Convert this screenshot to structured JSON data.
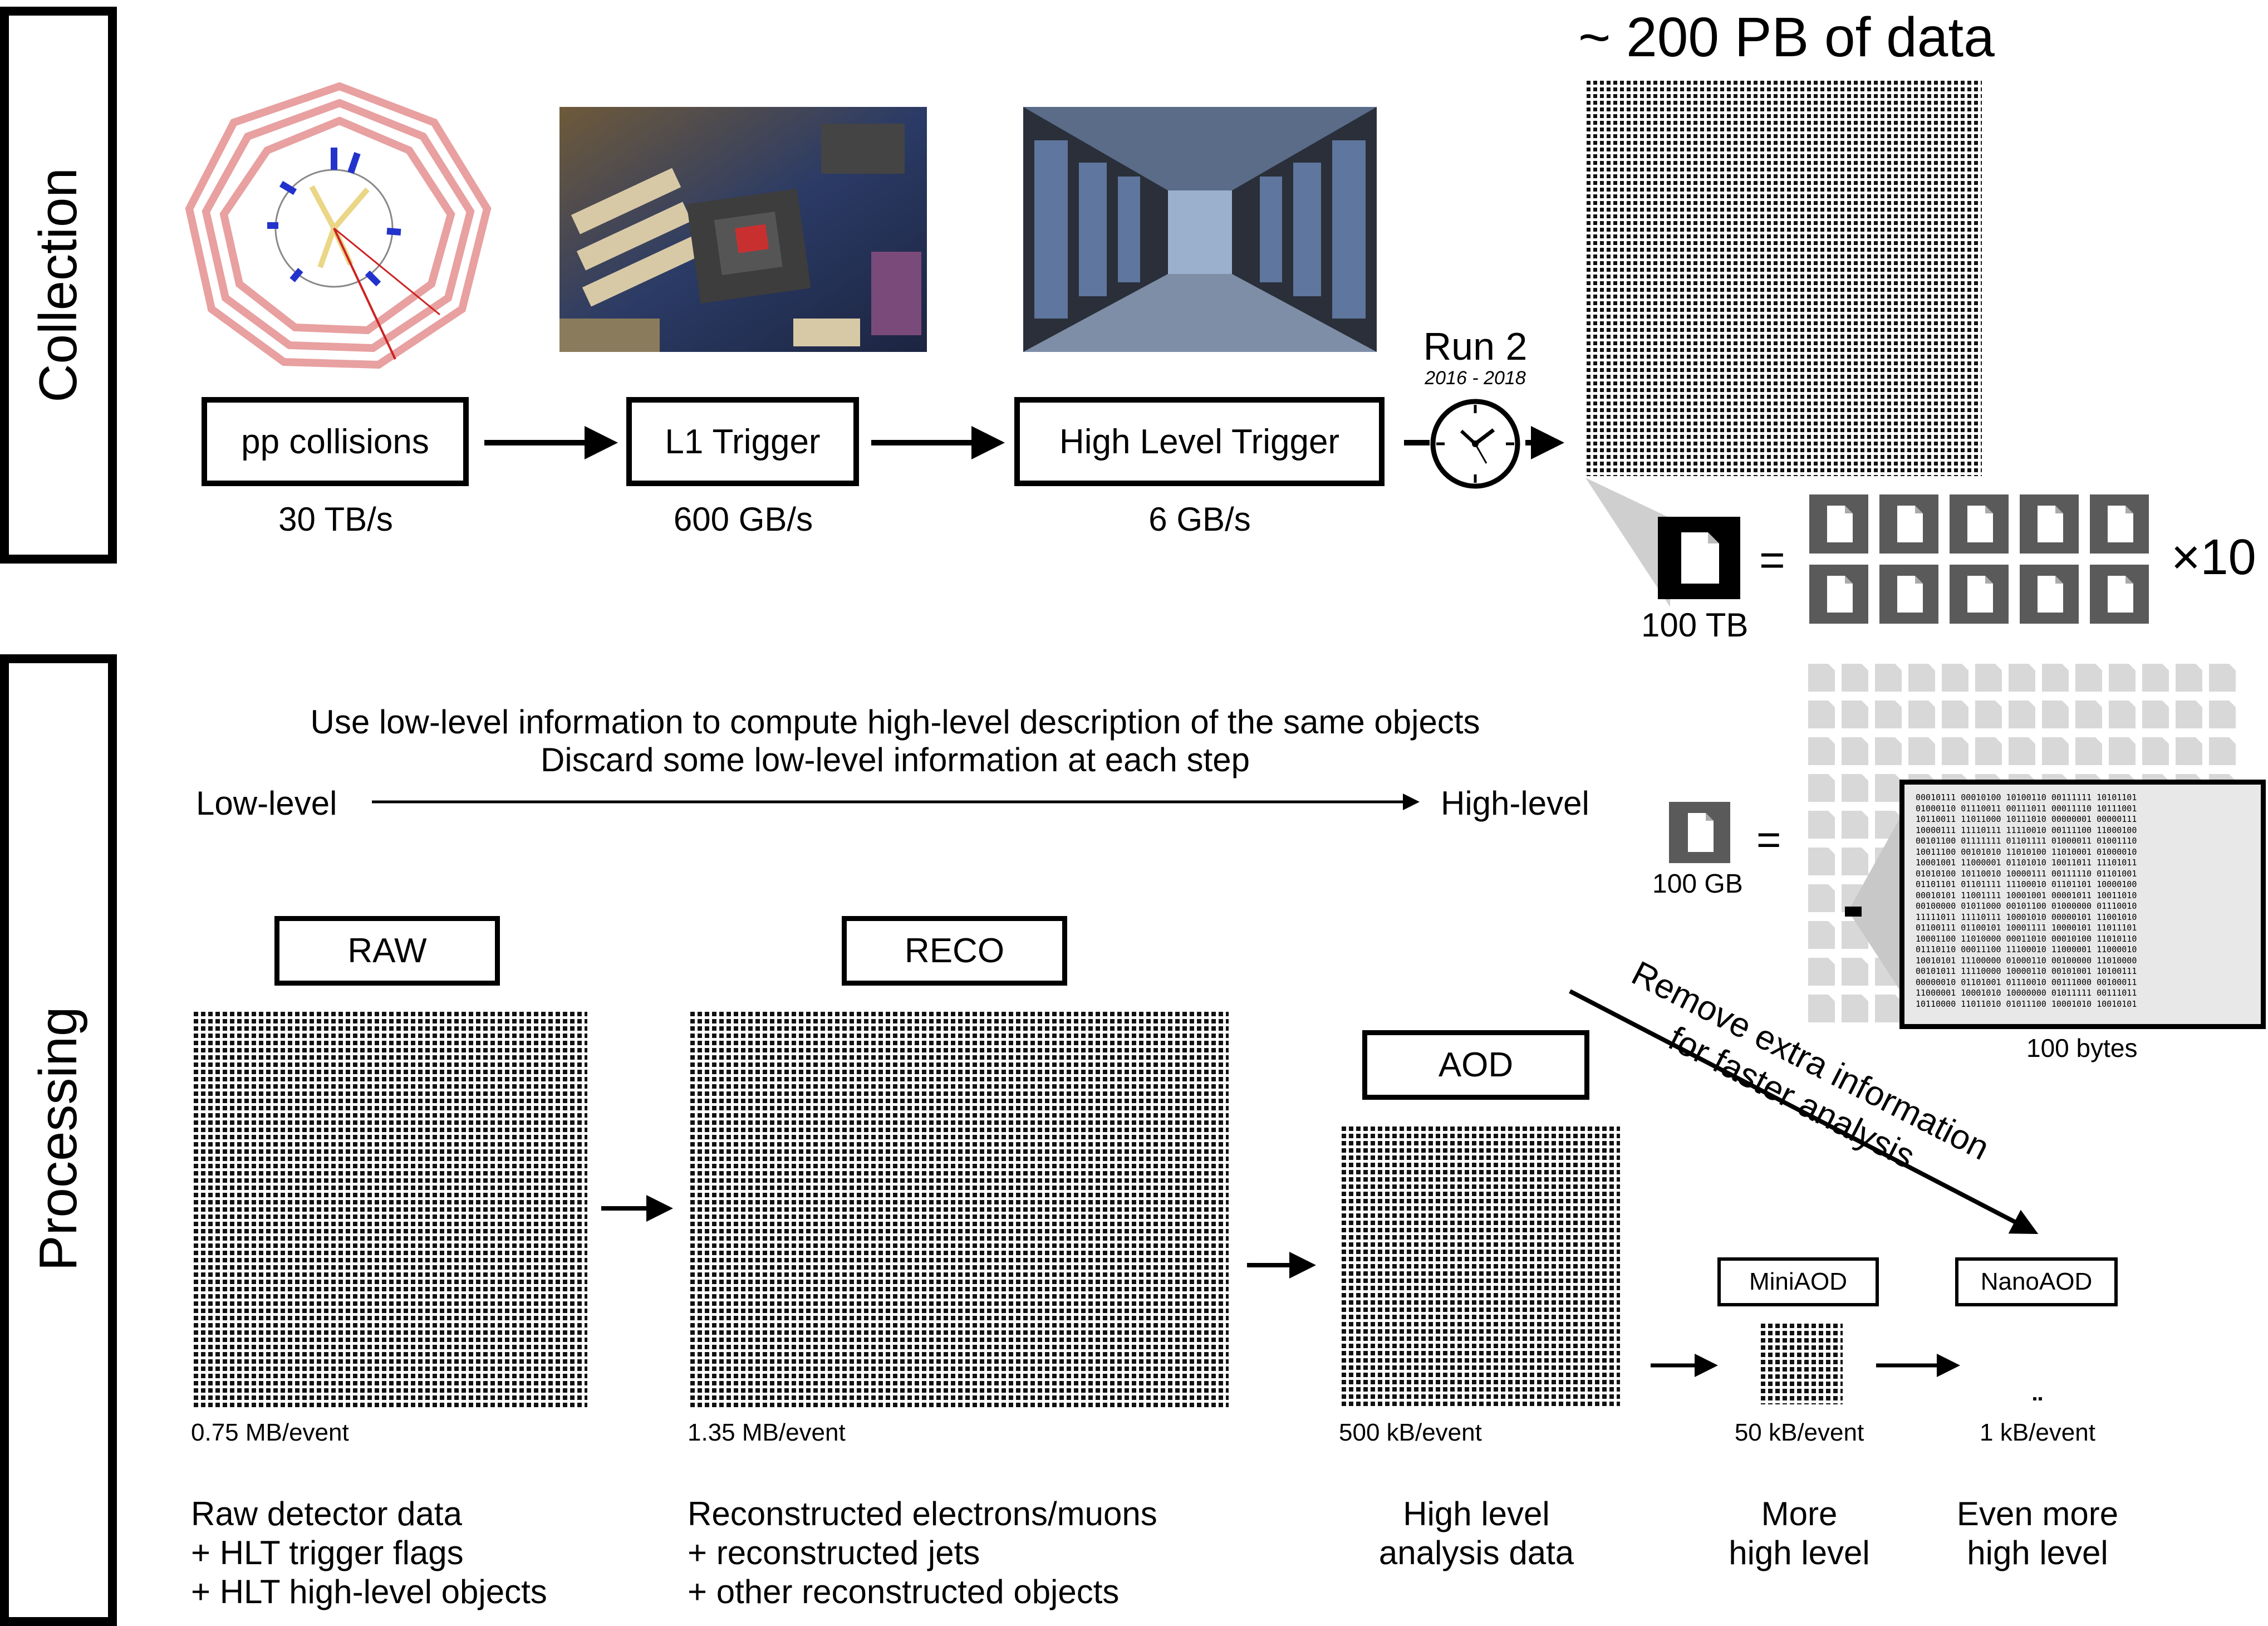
{
  "sections": {
    "collection": "Collection",
    "processing": "Processing"
  },
  "collection": {
    "stages": [
      {
        "label": "pp collisions",
        "rate": "30 TB/s"
      },
      {
        "label": "L1 Trigger",
        "rate": "600 GB/s"
      },
      {
        "label": "High Level Trigger",
        "rate": "6 GB/s"
      }
    ],
    "run_title": "Run 2",
    "run_years": "2016 - 2018",
    "data_total": "~ 200 PB of data",
    "tb_label": "100 TB",
    "equals": "=",
    "multiplier": "×10"
  },
  "processing": {
    "desc_line1": "Use low-level information to compute high-level description of the same objects",
    "desc_line2": "Discard some low-level information at each step",
    "low_level": "Low-level",
    "high_level": "High-level",
    "gb_label": "100 GB",
    "equals": "=",
    "bytes_label": "100 bytes",
    "remove_line1": "Remove extra information",
    "remove_line2": "for faster analysis",
    "formats": [
      {
        "name": "RAW",
        "size": "0.75 MB/event",
        "desc": [
          "Raw detector data",
          "+ HLT trigger flags",
          "+ HLT high-level objects"
        ]
      },
      {
        "name": "RECO",
        "size": "1.35 MB/event",
        "desc": [
          "Reconstructed electrons/muons",
          "+ reconstructed jets",
          "+ other reconstructed objects"
        ]
      },
      {
        "name": "AOD",
        "size": "500 kB/event",
        "desc": [
          "High level",
          "analysis data"
        ]
      },
      {
        "name": "MiniAOD",
        "size": "50 kB/event",
        "desc": [
          "More",
          "high level"
        ]
      },
      {
        "name": "NanoAOD",
        "size": "1 kB/event",
        "desc": [
          "Even more",
          "high level"
        ]
      }
    ],
    "binary_lines": [
      "00010111 00010100 10100110 00111111 10101101",
      "01000110 01110011 00111011 00011110 10111001",
      "10110011 11011000 10111010 00000001 00000111",
      "10000111 11110111 11110010 00111100 11000100",
      "00101100 01111111 01101111 01000011 01001110",
      "10011100 00101010 11010100 11010001 01000010",
      "10001001 11000001 01101010 10011011 11101011",
      "01010100 10110010 10000111 00111110 01101001",
      "01101101 01101111 11100010 01101101 10000100",
      "00010101 11001111 10001001 00001011 10011010",
      "00100000 01011000 00101100 01000000 01110010",
      "11111011 11110111 10001010 00000101 11001010",
      "01100111 01100101 10001111 10000101 11011101",
      "10001100 11010000 00011010 00010100 11010110",
      "01110110 00011100 11100010 11000001 11000010",
      "10010101 11100000 01000110 00100000 11010000",
      "00101011 11110000 10000110 00101001 10100111",
      "00000010 01101001 01110010 00111000 00100011",
      "11000001 10001010 10000000 01011111 00111011",
      "10110000 11011010 01011100 10001010 10010101"
    ]
  },
  "colors": {
    "detector_ring": "#e8a0a0",
    "detector_blue": "#2233cc",
    "detector_yellow": "#e8d27a",
    "file_dark": "#5a5a5a",
    "file_light": "#d8d8d8"
  }
}
